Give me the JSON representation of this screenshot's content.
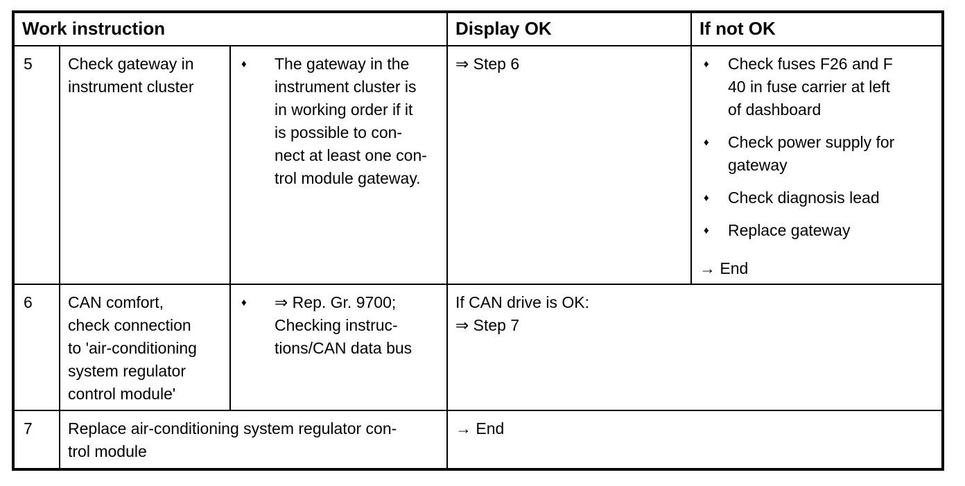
{
  "page": {
    "background": "#ffffff",
    "text_color": "#000000",
    "border_color": "#000000"
  },
  "bullet_char": "♦",
  "header": {
    "work_instruction": "Work instruction",
    "display_ok": "Display OK",
    "if_not_ok": "If not OK"
  },
  "rows": {
    "step5": {
      "number": "5",
      "task": "Check gateway in\ninstrument cluster",
      "note": "The gateway in the\ninstrument cluster is\nin working order if it\nis possible to con-\nnect at least one con-\ntrol module gateway.",
      "display_ok": "⇒ Step 6",
      "if_not_ok": {
        "bullets": [
          "Check fuses F26 and F\n40 in fuse carrier at left\nof dashboard",
          "Check power supply for\ngateway",
          "Check diagnosis lead",
          "Replace gateway"
        ],
        "end": "→ End"
      }
    },
    "step6": {
      "number": "6",
      "task": "CAN comfort,\ncheck connection\nto 'air-conditioning\nsystem regulator\ncontrol module'",
      "note": "⇒ Rep. Gr. 9700;\nChecking instruc-\ntions/CAN data bus",
      "result": "If CAN drive is OK:\n⇒ Step 7"
    },
    "step7": {
      "number": "7",
      "task": "Replace air-conditioning system regulator con-\ntrol module",
      "result": "→ End"
    }
  }
}
